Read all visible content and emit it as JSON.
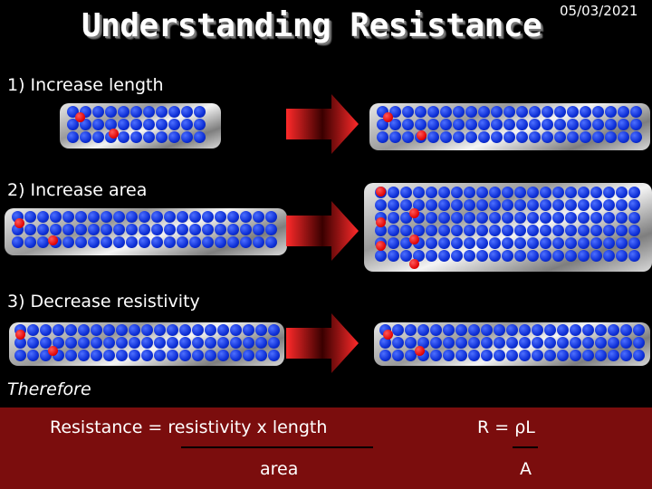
{
  "header": {
    "title": "Understanding Resistance",
    "date": "05/03/2021"
  },
  "rows": [
    {
      "label": "1)  Increase length"
    },
    {
      "label": "2)  Increase area"
    },
    {
      "label": "3)  Decrease resistivity"
    }
  ],
  "conclusion": {
    "therefore": "Therefore",
    "word_numerator": "Resistance = resistivity x length",
    "word_denominator": "area",
    "symbol_numerator": "R = ρL",
    "symbol_denominator": "A"
  },
  "colors": {
    "background": "#000000",
    "band": "#7b0d0d",
    "ion": "#0d2fd6",
    "electron": "#e00000",
    "arrow": "#e01010"
  }
}
